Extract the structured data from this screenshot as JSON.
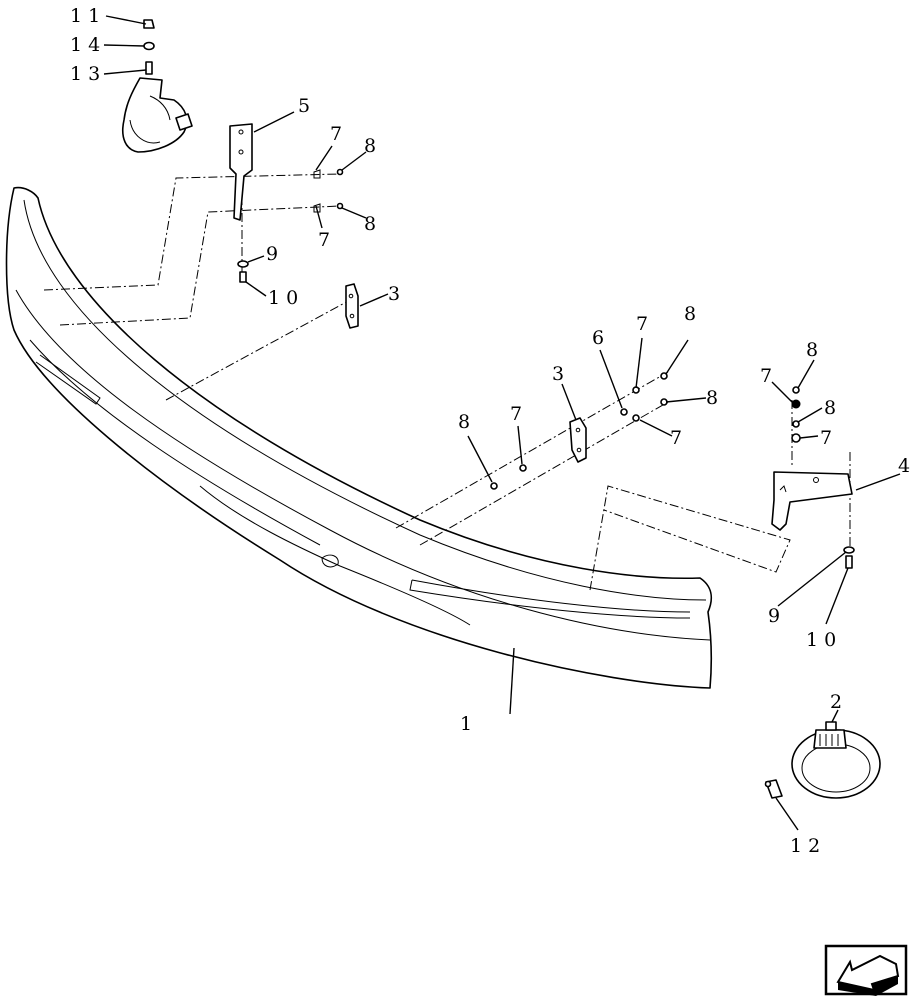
{
  "callouts": [
    {
      "id": "c1",
      "text": "1"
    },
    {
      "id": "c2",
      "text": "2"
    },
    {
      "id": "c3a",
      "text": "3"
    },
    {
      "id": "c3b",
      "text": "3"
    },
    {
      "id": "c4",
      "text": "4"
    },
    {
      "id": "c5",
      "text": "5"
    },
    {
      "id": "c6",
      "text": "6"
    },
    {
      "id": "c7a",
      "text": "7"
    },
    {
      "id": "c7b",
      "text": "7"
    },
    {
      "id": "c7c",
      "text": "7"
    },
    {
      "id": "c7d",
      "text": "7"
    },
    {
      "id": "c7e",
      "text": "7"
    },
    {
      "id": "c7f",
      "text": "7"
    },
    {
      "id": "c7g",
      "text": "7"
    },
    {
      "id": "c8a",
      "text": "8"
    },
    {
      "id": "c8b",
      "text": "8"
    },
    {
      "id": "c8c",
      "text": "8"
    },
    {
      "id": "c8d",
      "text": "8"
    },
    {
      "id": "c8e",
      "text": "8"
    },
    {
      "id": "c8f",
      "text": "8"
    },
    {
      "id": "c8g",
      "text": "8"
    },
    {
      "id": "c9a",
      "text": "9"
    },
    {
      "id": "c9b",
      "text": "9"
    },
    {
      "id": "c10a",
      "text": "1 0"
    },
    {
      "id": "c10b",
      "text": "1 0"
    },
    {
      "id": "c11",
      "text": "1 1"
    },
    {
      "id": "c12",
      "text": "1 2"
    },
    {
      "id": "c13",
      "text": "1 3"
    },
    {
      "id": "c14",
      "text": "1 4"
    }
  ],
  "labels": {
    "c1": "1",
    "c2": "2",
    "c3a": "3",
    "c3b": "3",
    "c4": "4",
    "c5": "5",
    "c6": "6",
    "c7a": "7",
    "c7b": "7",
    "c7c": "7",
    "c7d": "7",
    "c7e": "7",
    "c7f": "7",
    "c7g": "7",
    "c8a": "8",
    "c8b": "8",
    "c8c": "8",
    "c8d": "8",
    "c8e": "8",
    "c8f": "8",
    "c8g": "8",
    "c9a": "9",
    "c9b": "9",
    "c10a": "1 0",
    "c10b": "1 0",
    "c11": "1 1",
    "c12": "1 2",
    "c13": "1 3",
    "c14": "1 4"
  },
  "icons": {
    "nav": "previous-page-arrow-icon"
  }
}
